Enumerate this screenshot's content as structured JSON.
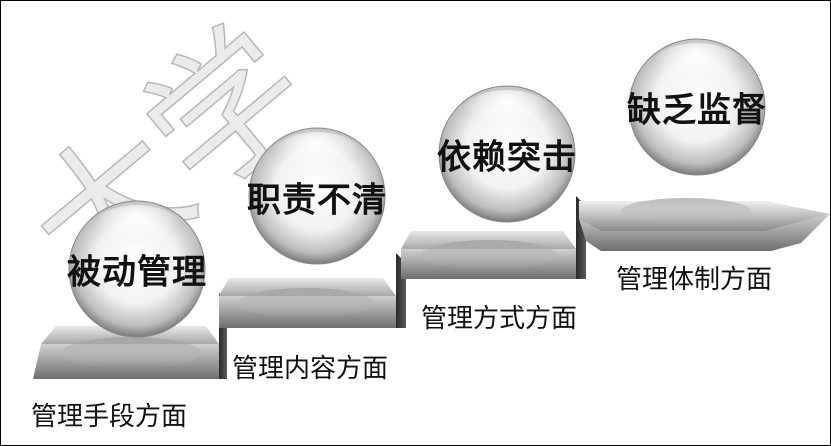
{
  "watermark": "大学",
  "steps": [
    {
      "ball_text": "被动管理",
      "caption": "管理手段方面"
    },
    {
      "ball_text": "职责不清",
      "caption": "管理内容方面"
    },
    {
      "ball_text": "依赖突击",
      "caption": "管理方式方面"
    },
    {
      "ball_text": "缺乏监督",
      "caption": "管理体制方面"
    }
  ]
}
